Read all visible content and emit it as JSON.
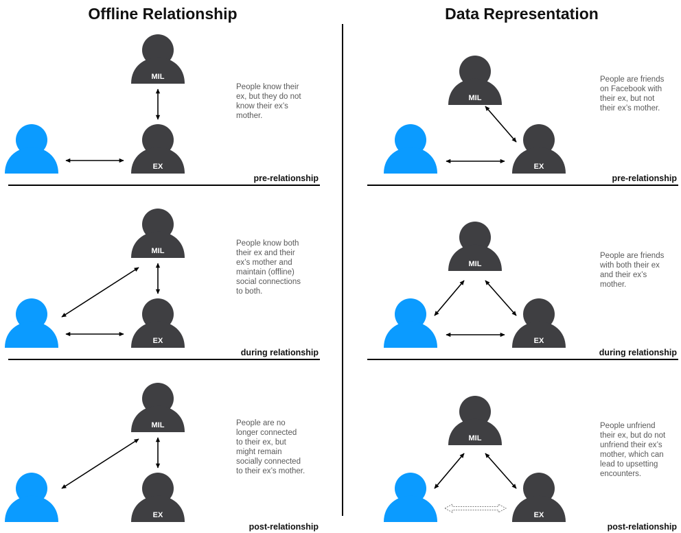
{
  "colors": {
    "user": "#0b9bff",
    "other": "#3f3f42",
    "line": "#000000",
    "dashed_arrow": "#808080"
  },
  "icons": {
    "user": "person-icon",
    "other": "person-icon"
  },
  "left_panel": {
    "title": "Offline Relationship",
    "rows": [
      {
        "stage": "pre-relationship",
        "mil_label": "MIL",
        "ex_label": "EX",
        "note": "People know their\nex, but they do not\nknow their ex’s\nmother."
      },
      {
        "stage": "during relationship",
        "mil_label": "MIL",
        "ex_label": "EX",
        "note": "People know both\ntheir ex and their\nex’s mother and\nmaintain (offline)\nsocial connections\nto both."
      },
      {
        "stage": "post-relationship",
        "mil_label": "MIL",
        "ex_label": "EX",
        "note": "People are no\nlonger connected\nto their ex, but\nmight remain\nsocially connected\nto their ex’s mother."
      }
    ]
  },
  "right_panel": {
    "title": "Data Representation",
    "rows": [
      {
        "stage": "pre-relationship",
        "mil_label": "MIL",
        "ex_label": "EX",
        "note": "People are friends\non Facebook with\ntheir ex, but not\ntheir ex’s mother."
      },
      {
        "stage": "during relationship",
        "mil_label": "MIL",
        "ex_label": "EX",
        "note": "People are friends\nwith both their ex\nand their ex’s\nmother."
      },
      {
        "stage": "post-relationship",
        "mil_label": "MIL",
        "ex_label": "EX",
        "note": "People unfriend\ntheir ex, but do not\nunfriend their ex’s\nmother, which can\nlead to upsetting\nencounters."
      }
    ]
  }
}
